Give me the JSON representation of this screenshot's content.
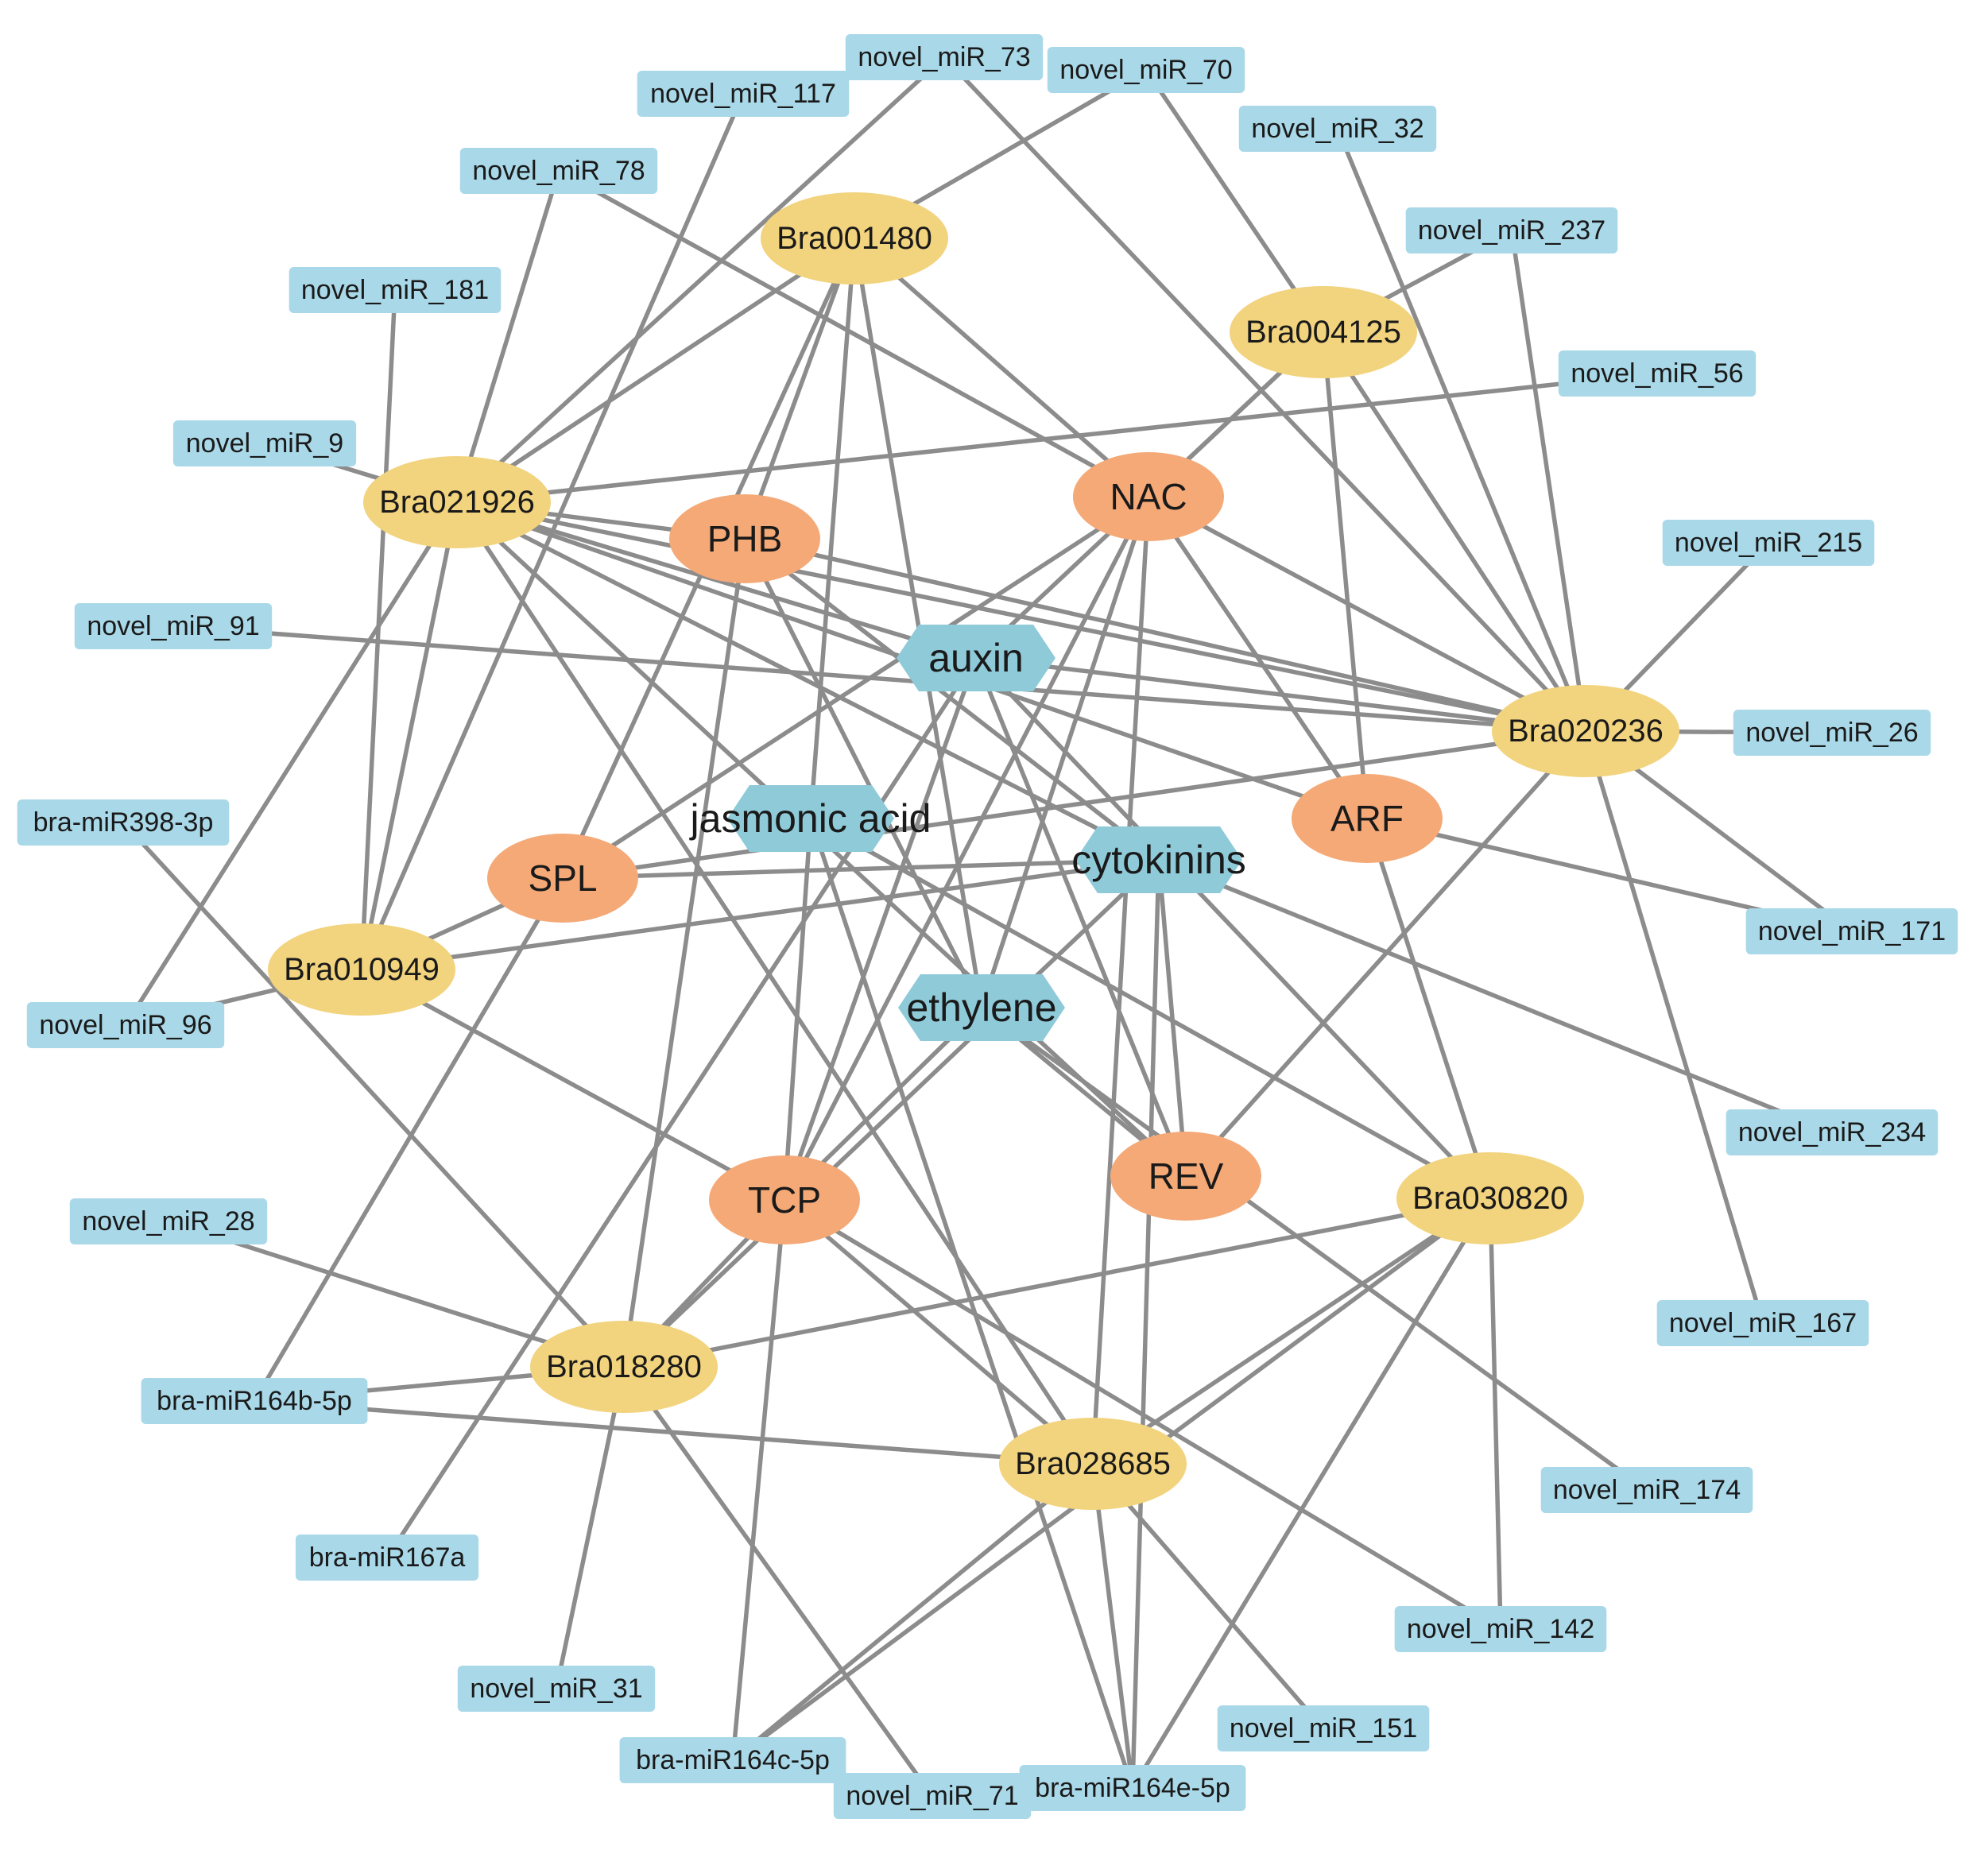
{
  "colors": {
    "mirna": "#a9d8e8",
    "gene": "#f2d37e",
    "tf": "#f4a977",
    "hormone": "#8fcad9",
    "edge": "#8c8c8c"
  },
  "nodes": [
    {
      "id": "novel_miR_73",
      "label": "novel_miR_73",
      "type": "mirna"
    },
    {
      "id": "novel_miR_70",
      "label": "novel_miR_70",
      "type": "mirna"
    },
    {
      "id": "novel_miR_117",
      "label": "novel_miR_117",
      "type": "mirna"
    },
    {
      "id": "novel_miR_32",
      "label": "novel_miR_32",
      "type": "mirna"
    },
    {
      "id": "novel_miR_78",
      "label": "novel_miR_78",
      "type": "mirna"
    },
    {
      "id": "novel_miR_237",
      "label": "novel_miR_237",
      "type": "mirna"
    },
    {
      "id": "novel_miR_181",
      "label": "novel_miR_181",
      "type": "mirna"
    },
    {
      "id": "novel_miR_56",
      "label": "novel_miR_56",
      "type": "mirna"
    },
    {
      "id": "novel_miR_9",
      "label": "novel_miR_9",
      "type": "mirna"
    },
    {
      "id": "novel_miR_215",
      "label": "novel_miR_215",
      "type": "mirna"
    },
    {
      "id": "novel_miR_91",
      "label": "novel_miR_91",
      "type": "mirna"
    },
    {
      "id": "novel_miR_26",
      "label": "novel_miR_26",
      "type": "mirna"
    },
    {
      "id": "bra-miR398-3p",
      "label": "bra-miR398-3p",
      "type": "mirna"
    },
    {
      "id": "novel_miR_171",
      "label": "novel_miR_171",
      "type": "mirna"
    },
    {
      "id": "novel_miR_96",
      "label": "novel_miR_96",
      "type": "mirna"
    },
    {
      "id": "novel_miR_234",
      "label": "novel_miR_234",
      "type": "mirna"
    },
    {
      "id": "novel_miR_28",
      "label": "novel_miR_28",
      "type": "mirna"
    },
    {
      "id": "novel_miR_167",
      "label": "novel_miR_167",
      "type": "mirna"
    },
    {
      "id": "bra-miR164b-5p",
      "label": "bra-miR164b-5p",
      "type": "mirna"
    },
    {
      "id": "novel_miR_174",
      "label": "novel_miR_174",
      "type": "mirna"
    },
    {
      "id": "bra-miR167a",
      "label": "bra-miR167a",
      "type": "mirna"
    },
    {
      "id": "novel_miR_142",
      "label": "novel_miR_142",
      "type": "mirna"
    },
    {
      "id": "novel_miR_31",
      "label": "novel_miR_31",
      "type": "mirna"
    },
    {
      "id": "novel_miR_151",
      "label": "novel_miR_151",
      "type": "mirna"
    },
    {
      "id": "bra-miR164c-5p",
      "label": "bra-miR164c-5p",
      "type": "mirna"
    },
    {
      "id": "novel_miR_71",
      "label": "novel_miR_71",
      "type": "mirna"
    },
    {
      "id": "bra-miR164e-5p",
      "label": "bra-miR164e-5p",
      "type": "mirna"
    },
    {
      "id": "Bra001480",
      "label": "Bra001480",
      "type": "gene"
    },
    {
      "id": "Bra004125",
      "label": "Bra004125",
      "type": "gene"
    },
    {
      "id": "Bra021926",
      "label": "Bra021926",
      "type": "gene"
    },
    {
      "id": "Bra020236",
      "label": "Bra020236",
      "type": "gene"
    },
    {
      "id": "Bra010949",
      "label": "Bra010949",
      "type": "gene"
    },
    {
      "id": "Bra030820",
      "label": "Bra030820",
      "type": "gene"
    },
    {
      "id": "Bra018280",
      "label": "Bra018280",
      "type": "gene"
    },
    {
      "id": "Bra028685",
      "label": "Bra028685",
      "type": "gene"
    },
    {
      "id": "NAC",
      "label": "NAC",
      "type": "tf"
    },
    {
      "id": "PHB",
      "label": "PHB",
      "type": "tf"
    },
    {
      "id": "ARF",
      "label": "ARF",
      "type": "tf"
    },
    {
      "id": "SPL",
      "label": "SPL",
      "type": "tf"
    },
    {
      "id": "REV",
      "label": "REV",
      "type": "tf"
    },
    {
      "id": "TCP",
      "label": "TCP",
      "type": "tf"
    },
    {
      "id": "auxin",
      "label": "auxin",
      "type": "hormone"
    },
    {
      "id": "jasmonic_acid",
      "label": "jasmonic acid",
      "type": "hormone"
    },
    {
      "id": "cytokinins",
      "label": "cytokinins",
      "type": "hormone"
    },
    {
      "id": "ethylene",
      "label": "ethylene",
      "type": "hormone"
    }
  ],
  "edges": [
    [
      "novel_miR_73",
      "Bra021926"
    ],
    [
      "novel_miR_73",
      "Bra020236"
    ],
    [
      "novel_miR_70",
      "Bra001480"
    ],
    [
      "novel_miR_70",
      "Bra004125"
    ],
    [
      "novel_miR_117",
      "Bra010949"
    ],
    [
      "novel_miR_78",
      "Bra021926"
    ],
    [
      "novel_miR_78",
      "NAC"
    ],
    [
      "novel_miR_32",
      "Bra020236"
    ],
    [
      "novel_miR_237",
      "Bra004125"
    ],
    [
      "novel_miR_237",
      "Bra020236"
    ],
    [
      "novel_miR_181",
      "Bra010949"
    ],
    [
      "novel_miR_56",
      "Bra021926"
    ],
    [
      "novel_miR_9",
      "Bra021926"
    ],
    [
      "novel_miR_215",
      "Bra020236"
    ],
    [
      "novel_miR_91",
      "Bra020236"
    ],
    [
      "novel_miR_26",
      "Bra020236"
    ],
    [
      "bra-miR398-3p",
      "Bra018280"
    ],
    [
      "novel_miR_171",
      "Bra020236"
    ],
    [
      "novel_miR_171",
      "ARF"
    ],
    [
      "novel_miR_96",
      "Bra021926"
    ],
    [
      "novel_miR_96",
      "Bra010949"
    ],
    [
      "novel_miR_234",
      "cytokinins"
    ],
    [
      "novel_miR_28",
      "Bra018280"
    ],
    [
      "novel_miR_167",
      "Bra020236"
    ],
    [
      "bra-miR164b-5p",
      "Bra018280"
    ],
    [
      "bra-miR164b-5p",
      "Bra028685"
    ],
    [
      "bra-miR164b-5p",
      "SPL"
    ],
    [
      "novel_miR_174",
      "ethylene"
    ],
    [
      "bra-miR167a",
      "auxin"
    ],
    [
      "novel_miR_142",
      "TCP"
    ],
    [
      "novel_miR_142",
      "Bra030820"
    ],
    [
      "novel_miR_31",
      "Bra018280"
    ],
    [
      "novel_miR_151",
      "Bra028685"
    ],
    [
      "bra-miR164c-5p",
      "TCP"
    ],
    [
      "bra-miR164c-5p",
      "Bra028685"
    ],
    [
      "bra-miR164c-5p",
      "Bra030820"
    ],
    [
      "novel_miR_71",
      "Bra018280"
    ],
    [
      "bra-miR164e-5p",
      "Bra028685"
    ],
    [
      "bra-miR164e-5p",
      "Bra030820"
    ],
    [
      "bra-miR164e-5p",
      "cytokinins"
    ],
    [
      "bra-miR164e-5p",
      "jasmonic_acid"
    ],
    [
      "Bra001480",
      "Bra021926"
    ],
    [
      "Bra001480",
      "PHB"
    ],
    [
      "Bra001480",
      "NAC"
    ],
    [
      "Bra001480",
      "jasmonic_acid"
    ],
    [
      "Bra001480",
      "ethylene"
    ],
    [
      "Bra001480",
      "SPL"
    ],
    [
      "Bra004125",
      "NAC"
    ],
    [
      "Bra004125",
      "ARF"
    ],
    [
      "Bra004125",
      "Bra020236"
    ],
    [
      "Bra004125",
      "auxin"
    ],
    [
      "Bra021926",
      "PHB"
    ],
    [
      "Bra021926",
      "auxin"
    ],
    [
      "Bra021926",
      "Bra020236"
    ],
    [
      "Bra021926",
      "cytokinins"
    ],
    [
      "Bra021926",
      "Bra010949"
    ],
    [
      "Bra021926",
      "REV"
    ],
    [
      "Bra021926",
      "ARF"
    ],
    [
      "Bra021926",
      "Bra028685"
    ],
    [
      "PHB",
      "Bra020236"
    ],
    [
      "PHB",
      "cytokinins"
    ],
    [
      "PHB",
      "ethylene"
    ],
    [
      "PHB",
      "Bra018280"
    ],
    [
      "NAC",
      "Bra020236"
    ],
    [
      "NAC",
      "SPL"
    ],
    [
      "NAC",
      "TCP"
    ],
    [
      "NAC",
      "ARF"
    ],
    [
      "NAC",
      "ethylene"
    ],
    [
      "NAC",
      "Bra028685"
    ],
    [
      "auxin",
      "Bra020236"
    ],
    [
      "auxin",
      "REV"
    ],
    [
      "auxin",
      "TCP"
    ],
    [
      "auxin",
      "Bra030820"
    ],
    [
      "Bra020236",
      "SPL"
    ],
    [
      "Bra020236",
      "REV"
    ],
    [
      "jasmonic_acid",
      "TCP"
    ],
    [
      "jasmonic_acid",
      "Bra030820"
    ],
    [
      "SPL",
      "Bra010949"
    ],
    [
      "SPL",
      "cytokinins"
    ],
    [
      "cytokinins",
      "Bra010949"
    ],
    [
      "cytokinins",
      "REV"
    ],
    [
      "cytokinins",
      "Bra018280"
    ],
    [
      "ethylene",
      "TCP"
    ],
    [
      "ethylene",
      "REV"
    ],
    [
      "Bra010949",
      "TCP"
    ],
    [
      "TCP",
      "Bra018280"
    ],
    [
      "TCP",
      "Bra028685"
    ],
    [
      "Bra018280",
      "Bra030820"
    ],
    [
      "Bra028685",
      "Bra030820"
    ],
    [
      "ARF",
      "Bra030820"
    ]
  ]
}
